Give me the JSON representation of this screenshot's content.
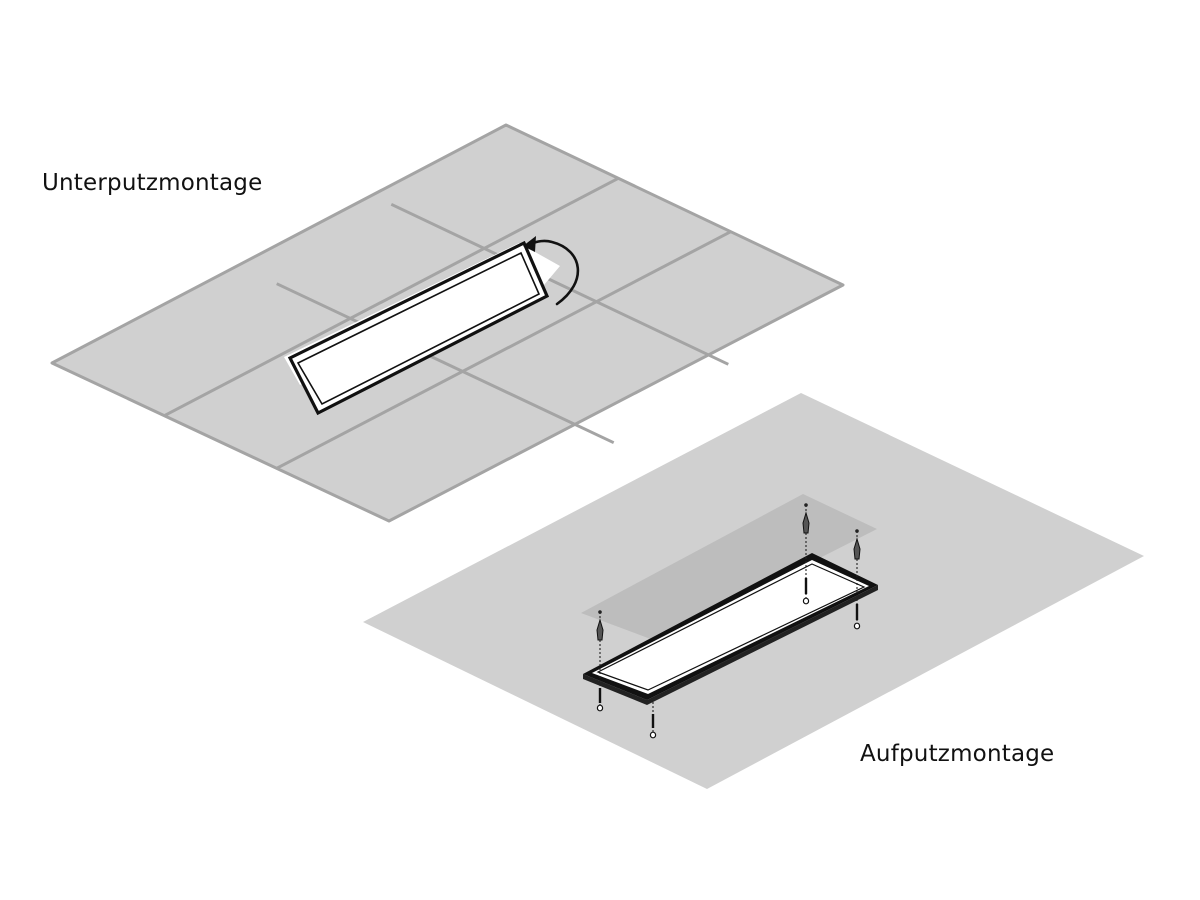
{
  "labels": {
    "flush_mount": "Unterputzmontage",
    "surface_mount": "Aufputzmontage"
  },
  "colors": {
    "background": "#ffffff",
    "ceiling_fill": "#d0d0d0",
    "grid_line": "#a4a4a4",
    "shadow_zone": "#bfbfbf",
    "frame": "#111111",
    "panel_face": "#ffffff",
    "text": "#111111"
  },
  "illustrations": [
    {
      "id": "flush-mount",
      "description": "Grid ceiling (3x3 tiles) with LED panel being inserted and rotated into place",
      "ceiling_grid": {
        "rows": 3,
        "cols": 3
      },
      "icons": [
        "rotation-arrow-icon",
        "led-panel-icon",
        "ceiling-grid-icon"
      ]
    },
    {
      "id": "surface-mount",
      "description": "Solid ceiling with LED panel frame screwed on using 4 anchors and screws",
      "fasteners": 4,
      "icons": [
        "led-panel-frame-icon",
        "screw-anchor-icon",
        "ceiling-plane-icon"
      ]
    }
  ]
}
